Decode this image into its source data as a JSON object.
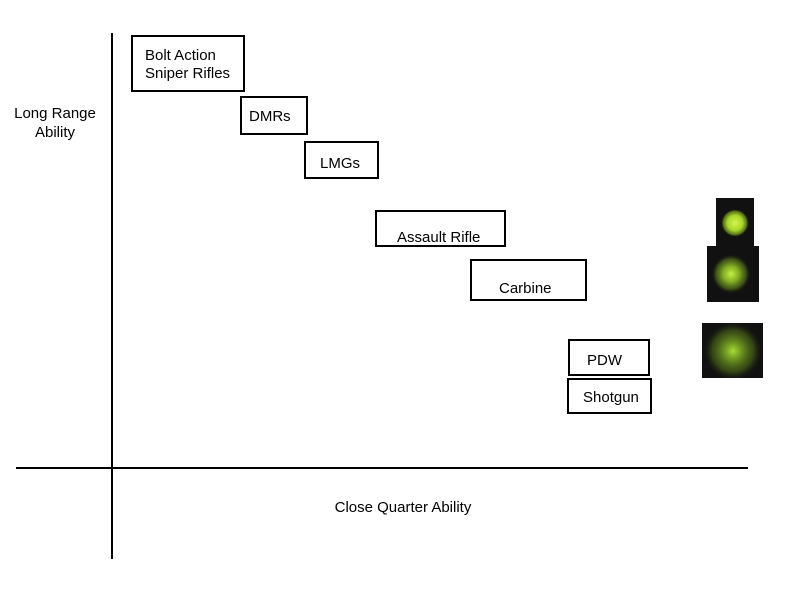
{
  "diagram": {
    "y_axis_label": "Long Range\nAbility",
    "x_axis_label": "Close Quarter Ability",
    "weapon_classes": [
      {
        "label": "Bolt Action\nSniper Rifles"
      },
      {
        "label": "DMRs"
      },
      {
        "label": "LMGs"
      },
      {
        "label": "Assault Rifle"
      },
      {
        "label": "Carbine"
      },
      {
        "label": "PDW"
      },
      {
        "label": "Shotgun"
      }
    ],
    "spread_icons": [
      {
        "name": "tight"
      },
      {
        "name": "medium"
      },
      {
        "name": "wide"
      }
    ],
    "colors": {
      "spread_dot": "#b8e62e",
      "spread_bg": "#111111",
      "line": "#000000"
    }
  }
}
